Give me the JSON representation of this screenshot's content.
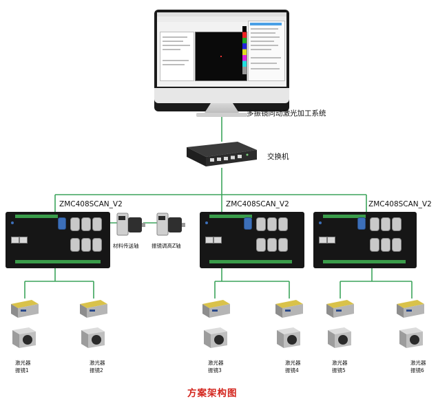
{
  "system_label": "多振镜同动激光加工系统",
  "switch_label": "交换机",
  "controllers": [
    {
      "name": "ZMC408SCAN_V2"
    },
    {
      "name": "ZMC408SCAN_V2"
    },
    {
      "name": "ZMC408SCAN_V2"
    }
  ],
  "motors": [
    {
      "label": "材料传送轴"
    },
    {
      "label": "振镜调高Z轴"
    }
  ],
  "lasers": [
    {
      "line1": "激光器",
      "line2": "振镜1"
    },
    {
      "line1": "激光器",
      "line2": "振镜2"
    },
    {
      "line1": "激光器",
      "line2": "振镜3"
    },
    {
      "line1": "激光器",
      "line2": "振镜4"
    },
    {
      "line1": "激光器",
      "line2": "振镜5"
    },
    {
      "line1": "激光器",
      "line2": "振镜6"
    }
  ],
  "diagram_title": "方案架构图",
  "colors": {
    "connector": "#3aa35a",
    "title": "#d3241c",
    "terminal": "#3a9c4a",
    "controller_body": "#161616"
  },
  "icons": [
    "monitor-icon",
    "network-switch-icon",
    "controller-icon",
    "servo-motor-icon",
    "laser-source-icon",
    "galvo-scanner-icon"
  ]
}
